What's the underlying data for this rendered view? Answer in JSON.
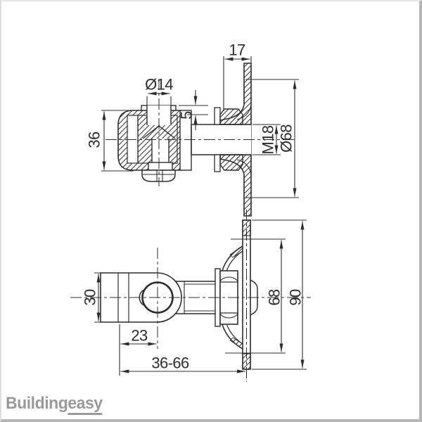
{
  "drawing": {
    "type": "technical-drawing",
    "subject": "adjustable gate hinge with M18 bolt, hinge eye and weld-on mounting plate",
    "views": [
      "side section view (top)",
      "front view (bottom)"
    ],
    "line_color": "#2d2d2d",
    "dims": {
      "pin_dia": "Ø14",
      "offset_17": "17",
      "bracket_36": "36",
      "gap_5": "5",
      "thread_m18": "M18",
      "flange_dia": "Ø68",
      "eye_30": "30",
      "eye_23": "23",
      "range_36_66": "36-66",
      "holes_68": "68",
      "plate_90": "90"
    }
  },
  "watermark": {
    "part1": "Building",
    "part2": "easy",
    "color": "#9a9a9a"
  },
  "frame": {
    "border_light": "#e7e7e7",
    "border_dark": "#b6b6b6"
  }
}
